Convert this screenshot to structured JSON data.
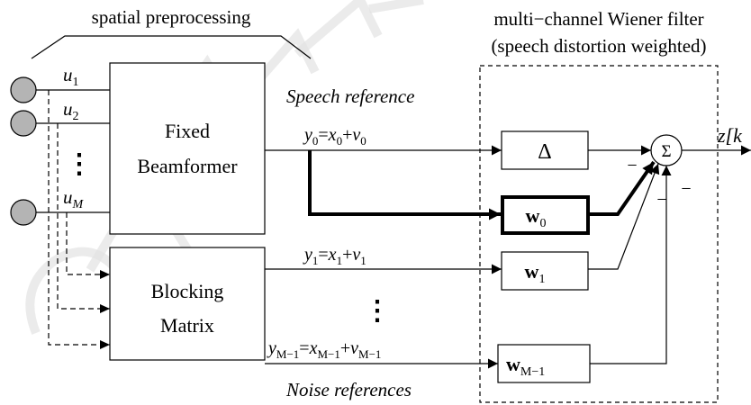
{
  "header": {
    "spatial_preprocessing": "spatial preprocessing",
    "mwf_title_line1": "multi−channel Wiener filter",
    "mwf_title_line2": "(speech distortion weighted)"
  },
  "microphones": {
    "labels": [
      {
        "base": "u",
        "sub": "1"
      },
      {
        "base": "u",
        "sub": "2"
      },
      {
        "base": "u",
        "sub": "M"
      }
    ],
    "vertical_ellipsis": "⋮"
  },
  "blocks": {
    "fixed_beamformer": {
      "line1": "Fixed",
      "line2": "Beamformer"
    },
    "blocking_matrix": {
      "line1": "Blocking",
      "line2": "Matrix"
    },
    "delta": "Δ",
    "w0": {
      "base": "w",
      "sub": "0"
    },
    "w1": {
      "base": "w",
      "sub": "1"
    },
    "wM1": {
      "base": "w",
      "sub": "M−1"
    },
    "sum": "Σ"
  },
  "signals": {
    "speech_reference_label": "Speech reference",
    "noise_references_label": "Noise references",
    "y0": {
      "y_base": "y",
      "y_sub": "0",
      "eq": "=",
      "x_base": "x",
      "x_sub": "0",
      "plus": "+",
      "v_base": "v",
      "v_sub": "0"
    },
    "y1": {
      "y_base": "y",
      "y_sub": "1",
      "eq": "=",
      "x_base": "x",
      "x_sub": "1",
      "plus": "+",
      "v_base": "v",
      "v_sub": "1"
    },
    "yM1": {
      "y_base": "y",
      "y_sub": "M−1",
      "eq": "=",
      "x_base": "x",
      "x_sub": "M−1",
      "plus": "+",
      "v_base": "v",
      "v_sub": "M−1"
    },
    "middle_ellipsis": "⋮",
    "output": "z[k"
  },
  "sum_signs": [
    "−",
    "−",
    "−"
  ],
  "colors": {
    "stroke": "#000000",
    "watermark": "#e2e2e2",
    "mic_fill": "#b4b4b4"
  }
}
